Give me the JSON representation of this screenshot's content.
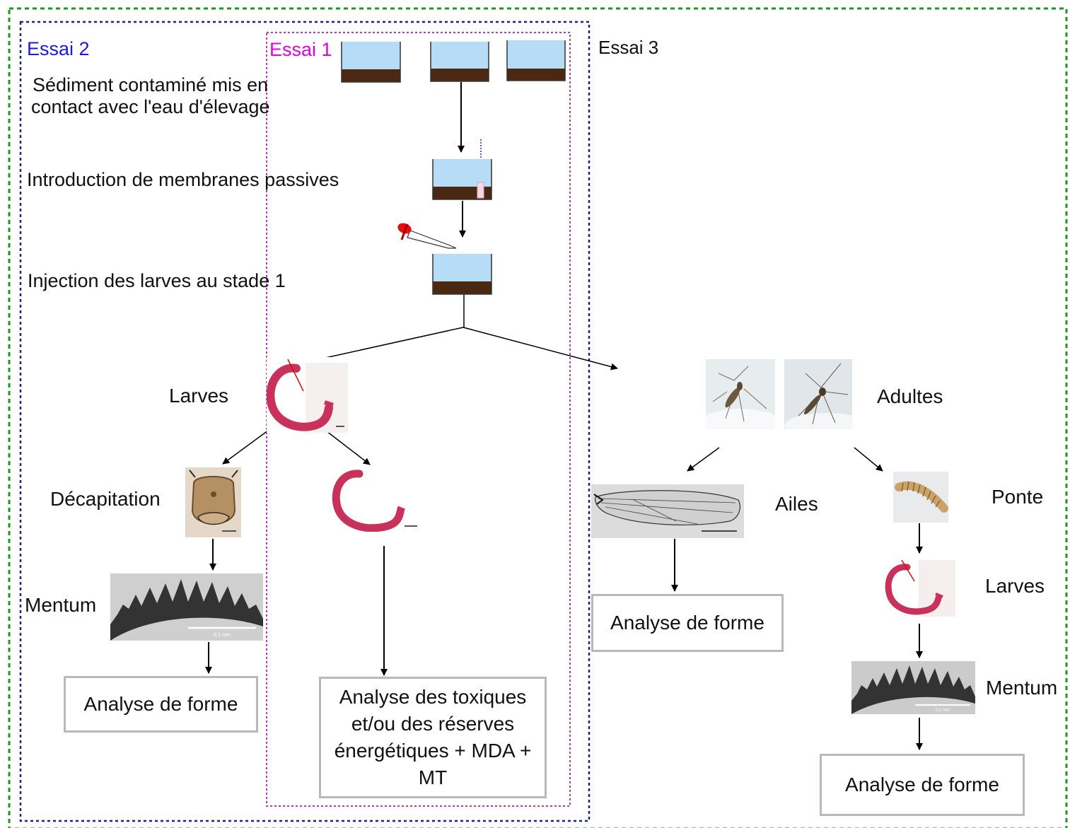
{
  "essais": {
    "essai1": {
      "label": "Essai 1",
      "color": "#e000e0"
    },
    "essai2": {
      "label": "Essai 2",
      "color": "#1a1ad8"
    },
    "essai3": {
      "label": "Essai 3",
      "color": "#111111"
    }
  },
  "steps": {
    "sediment": [
      "Sédiment contaminé mis en",
      "contact avec l'eau d'élevage"
    ],
    "membranes": "Introduction de membranes passives",
    "injection": "Injection des larves au stade 1"
  },
  "left_branch": {
    "larves": "Larves",
    "decapitation": "Décapitation",
    "mentum": "Mentum",
    "mentum_scale": "0,1 mm",
    "analyse": "Analyse de forme"
  },
  "middle_branch": {
    "analyse": "Analyse des toxiques et/ou des réserves énergétiques + MDA + MT"
  },
  "right_branch": {
    "adultes": "Adultes",
    "ailes": "Ailes",
    "ailes_analyse": "Analyse de forme",
    "ponte": "Ponte",
    "larves": "Larves",
    "mentum": "Mentum",
    "mentum_scale": "0,1 mm",
    "analyse": "Analyse de forme"
  },
  "colors": {
    "water": "#b7dcf6",
    "sediment": "#4a2812",
    "outer_border": "#1a9a1a",
    "essai2_border": "#1a237e",
    "essai1_border": "#b53db5",
    "larva": "#c8325a"
  },
  "icons": [
    "beaker-icon",
    "pipette-icon",
    "arrow-icon",
    "larva-photo",
    "mosquito-photo",
    "wing-photo",
    "egg-mass-photo",
    "head-capsule-photo",
    "mentum-photo"
  ]
}
